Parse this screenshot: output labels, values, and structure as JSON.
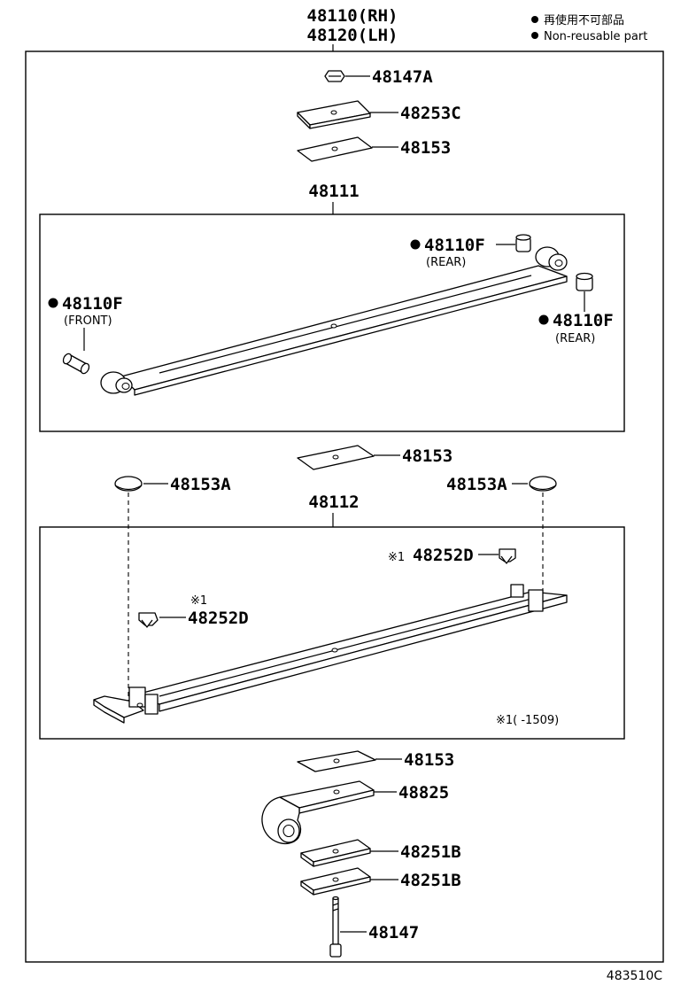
{
  "header": {
    "rh": "48110(RH)",
    "lh": "48120(LH)"
  },
  "legend": {
    "jp": "再使用不可部品",
    "en": "Non-reusable part"
  },
  "top_parts": {
    "nut": "48147A",
    "plate_upper": "48253C",
    "plate_lower": "48153"
  },
  "main_leaf": {
    "label": "48111",
    "bushing_rear_upper": "48110F",
    "bushing_rear_upper_note": "(REAR)",
    "bushing_rear_lower": "48110F",
    "bushing_rear_lower_note": "(REAR)",
    "bushing_front": "48110F",
    "bushing_front_note": "(FRONT)"
  },
  "mid_plate": "48153",
  "silencers": {
    "left": "48153A",
    "right": "48153A"
  },
  "second_leaf": {
    "label": "48112",
    "clip_right": "48252D",
    "clip_right_mark": "※1",
    "clip_left": "48252D",
    "clip_left_mark": "※1",
    "footnote": "※1(    -1509)"
  },
  "bottom_parts": {
    "plate": "48153",
    "helper": "48825",
    "spacer_upper": "48251B",
    "spacer_lower": "48251B",
    "bolt": "48147"
  },
  "diagram_code": "483510C"
}
